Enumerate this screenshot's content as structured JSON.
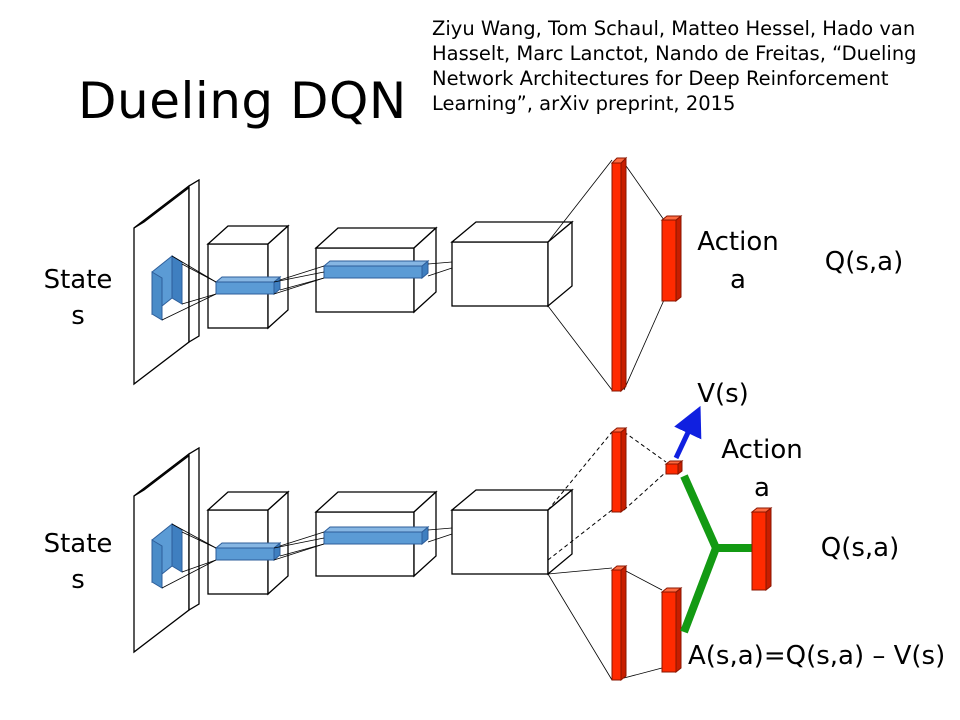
{
  "slide": {
    "title": "Dueling DQN",
    "citation": "Ziyu Wang, Tom Schaul, Matteo Hessel, Hado van Hasselt, Marc Lanctot, Nando de Freitas, “Dueling Network Architectures for Deep Reinforcement Learning”, arXiv preprint, 2015"
  },
  "top_network": {
    "input_label_line1": "State",
    "input_label_line2": "s",
    "action_label_line1": "Action",
    "action_label_line2": "a",
    "output_label": "Q(s,a)"
  },
  "bottom_network": {
    "input_label_line1": "State",
    "input_label_line2": "s",
    "value_label": "V(s)",
    "action_label_line1": "Action",
    "action_label_line2": "a",
    "output_label": "Q(s,a)",
    "advantage_label": "A(s,a)=Q(s,a) – V(s)"
  },
  "colors": {
    "feature_blue": "#5b9bd5",
    "fc_red": "#ff2a00",
    "aggregate_green": "#139a13",
    "value_arrow_blue": "#1020e0"
  }
}
